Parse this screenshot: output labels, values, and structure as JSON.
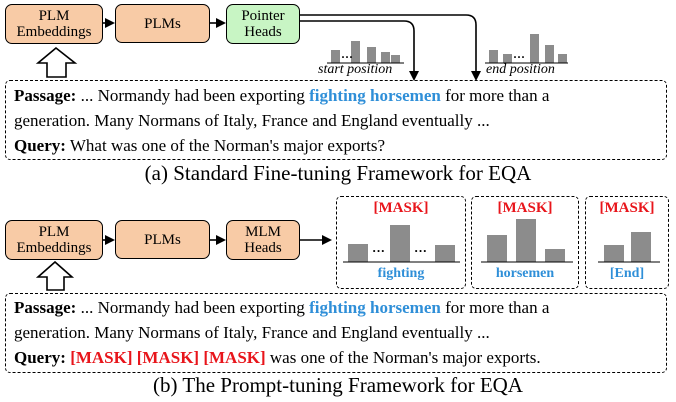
{
  "top": {
    "nodes": {
      "embed": "PLM\nEmbeddings",
      "plms": "PLMs",
      "heads": "Pointer\nHeads"
    },
    "start_label": "start position",
    "end_label": "end position",
    "passage_label": "Passage:",
    "passage_pre": " ... Normandy had been exporting ",
    "passage_answer": "fighting horsemen",
    "passage_post": " for more than a",
    "passage_line2": "generation. Many Normans of Italy, France and England eventually ...",
    "query_label": "Query:",
    "query_text": " What was one of the Norman's major exports?",
    "caption": "(a) Standard Fine-tuning Framework for EQA"
  },
  "bottom": {
    "nodes": {
      "embed": "PLM\nEmbeddings",
      "plms": "PLMs",
      "heads": "MLM\nHeads"
    },
    "mask_panels": [
      {
        "mask": "[MASK]",
        "token": "fighting"
      },
      {
        "mask": "[MASK]",
        "token": "horsemen"
      },
      {
        "mask": "[MASK]",
        "token": "[End]"
      }
    ],
    "passage_label": "Passage:",
    "passage_pre": " ... Normandy had been exporting ",
    "passage_answer": "fighting horsemen",
    "passage_post": " for more than a",
    "passage_line2": "generation. Many Normans of Italy, France and England eventually ...",
    "query_label": "Query:",
    "query_masks": " [MASK] [MASK] [MASK]",
    "query_text": " was one of the Norman's major exports.",
    "caption": "(b) The Prompt-tuning Framework for EQA"
  },
  "colors": {
    "node_orange": "#f8cba6",
    "node_green": "#c8f5c4",
    "answer_blue": "#2f8fd8",
    "mask_red": "#e8151b",
    "bar_gray": "#8c8c8c"
  }
}
